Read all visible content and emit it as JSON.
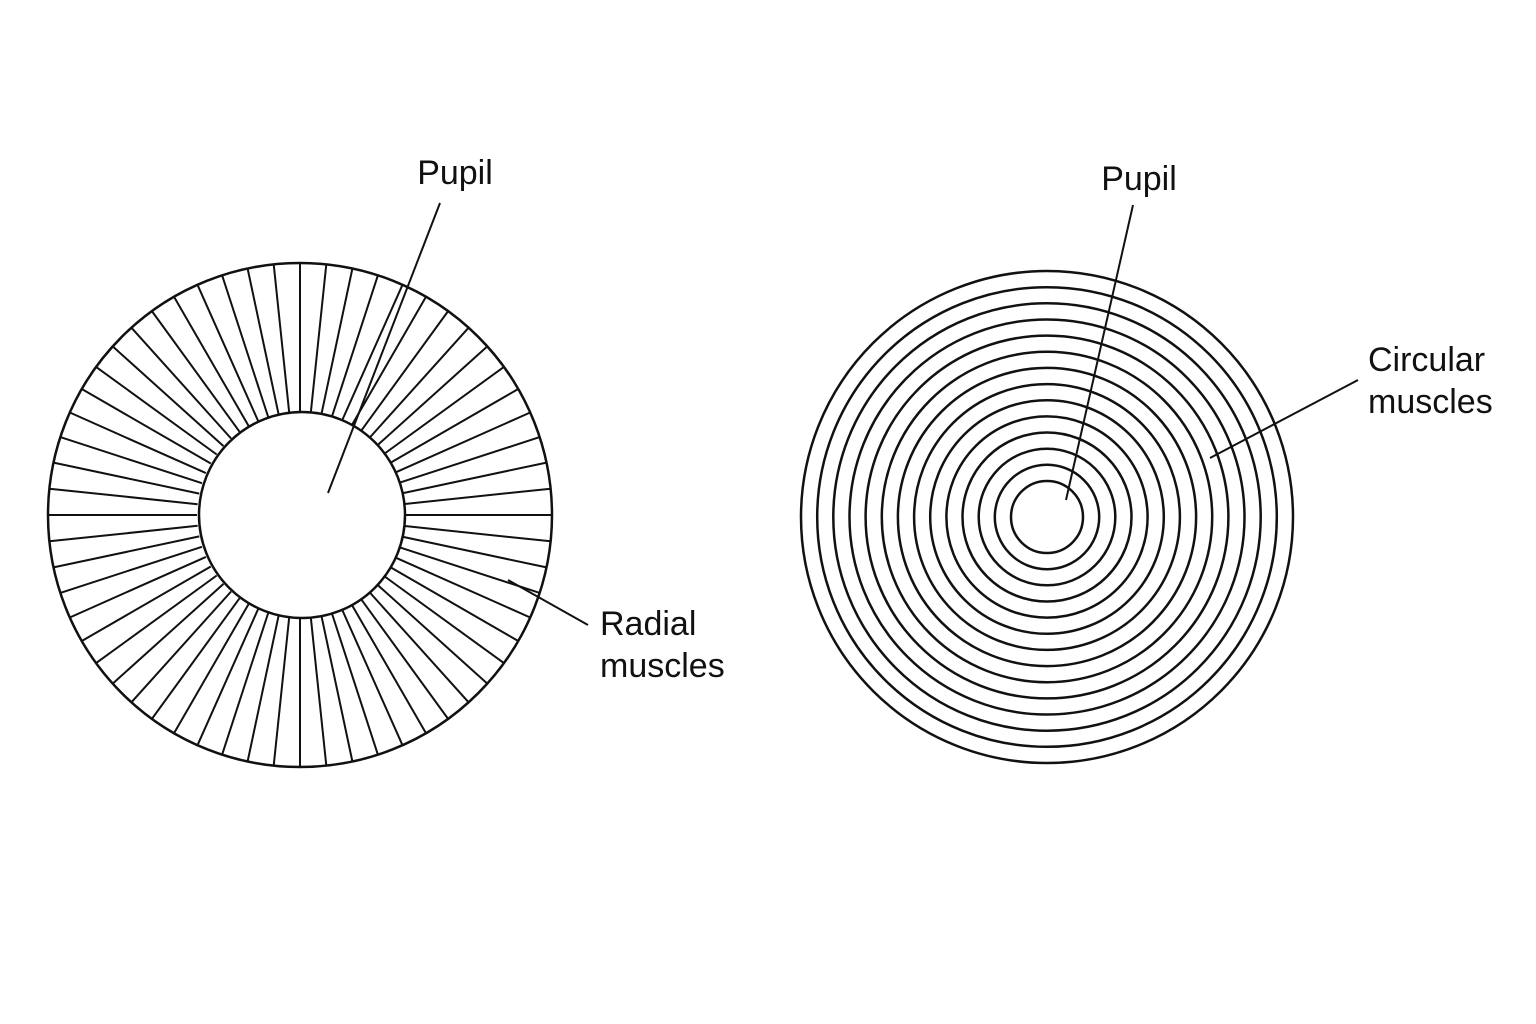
{
  "colors": {
    "background": "#ffffff",
    "stroke": "#111111",
    "text": "#111111"
  },
  "radial_iris": {
    "label_pupil": "Pupil",
    "label_muscles": [
      "Radial",
      "muscles"
    ],
    "spoke_count": 60
  },
  "circular_iris": {
    "label_pupil": "Pupil",
    "label_muscles": [
      "Circular",
      "muscles"
    ],
    "ring_count": 14
  }
}
